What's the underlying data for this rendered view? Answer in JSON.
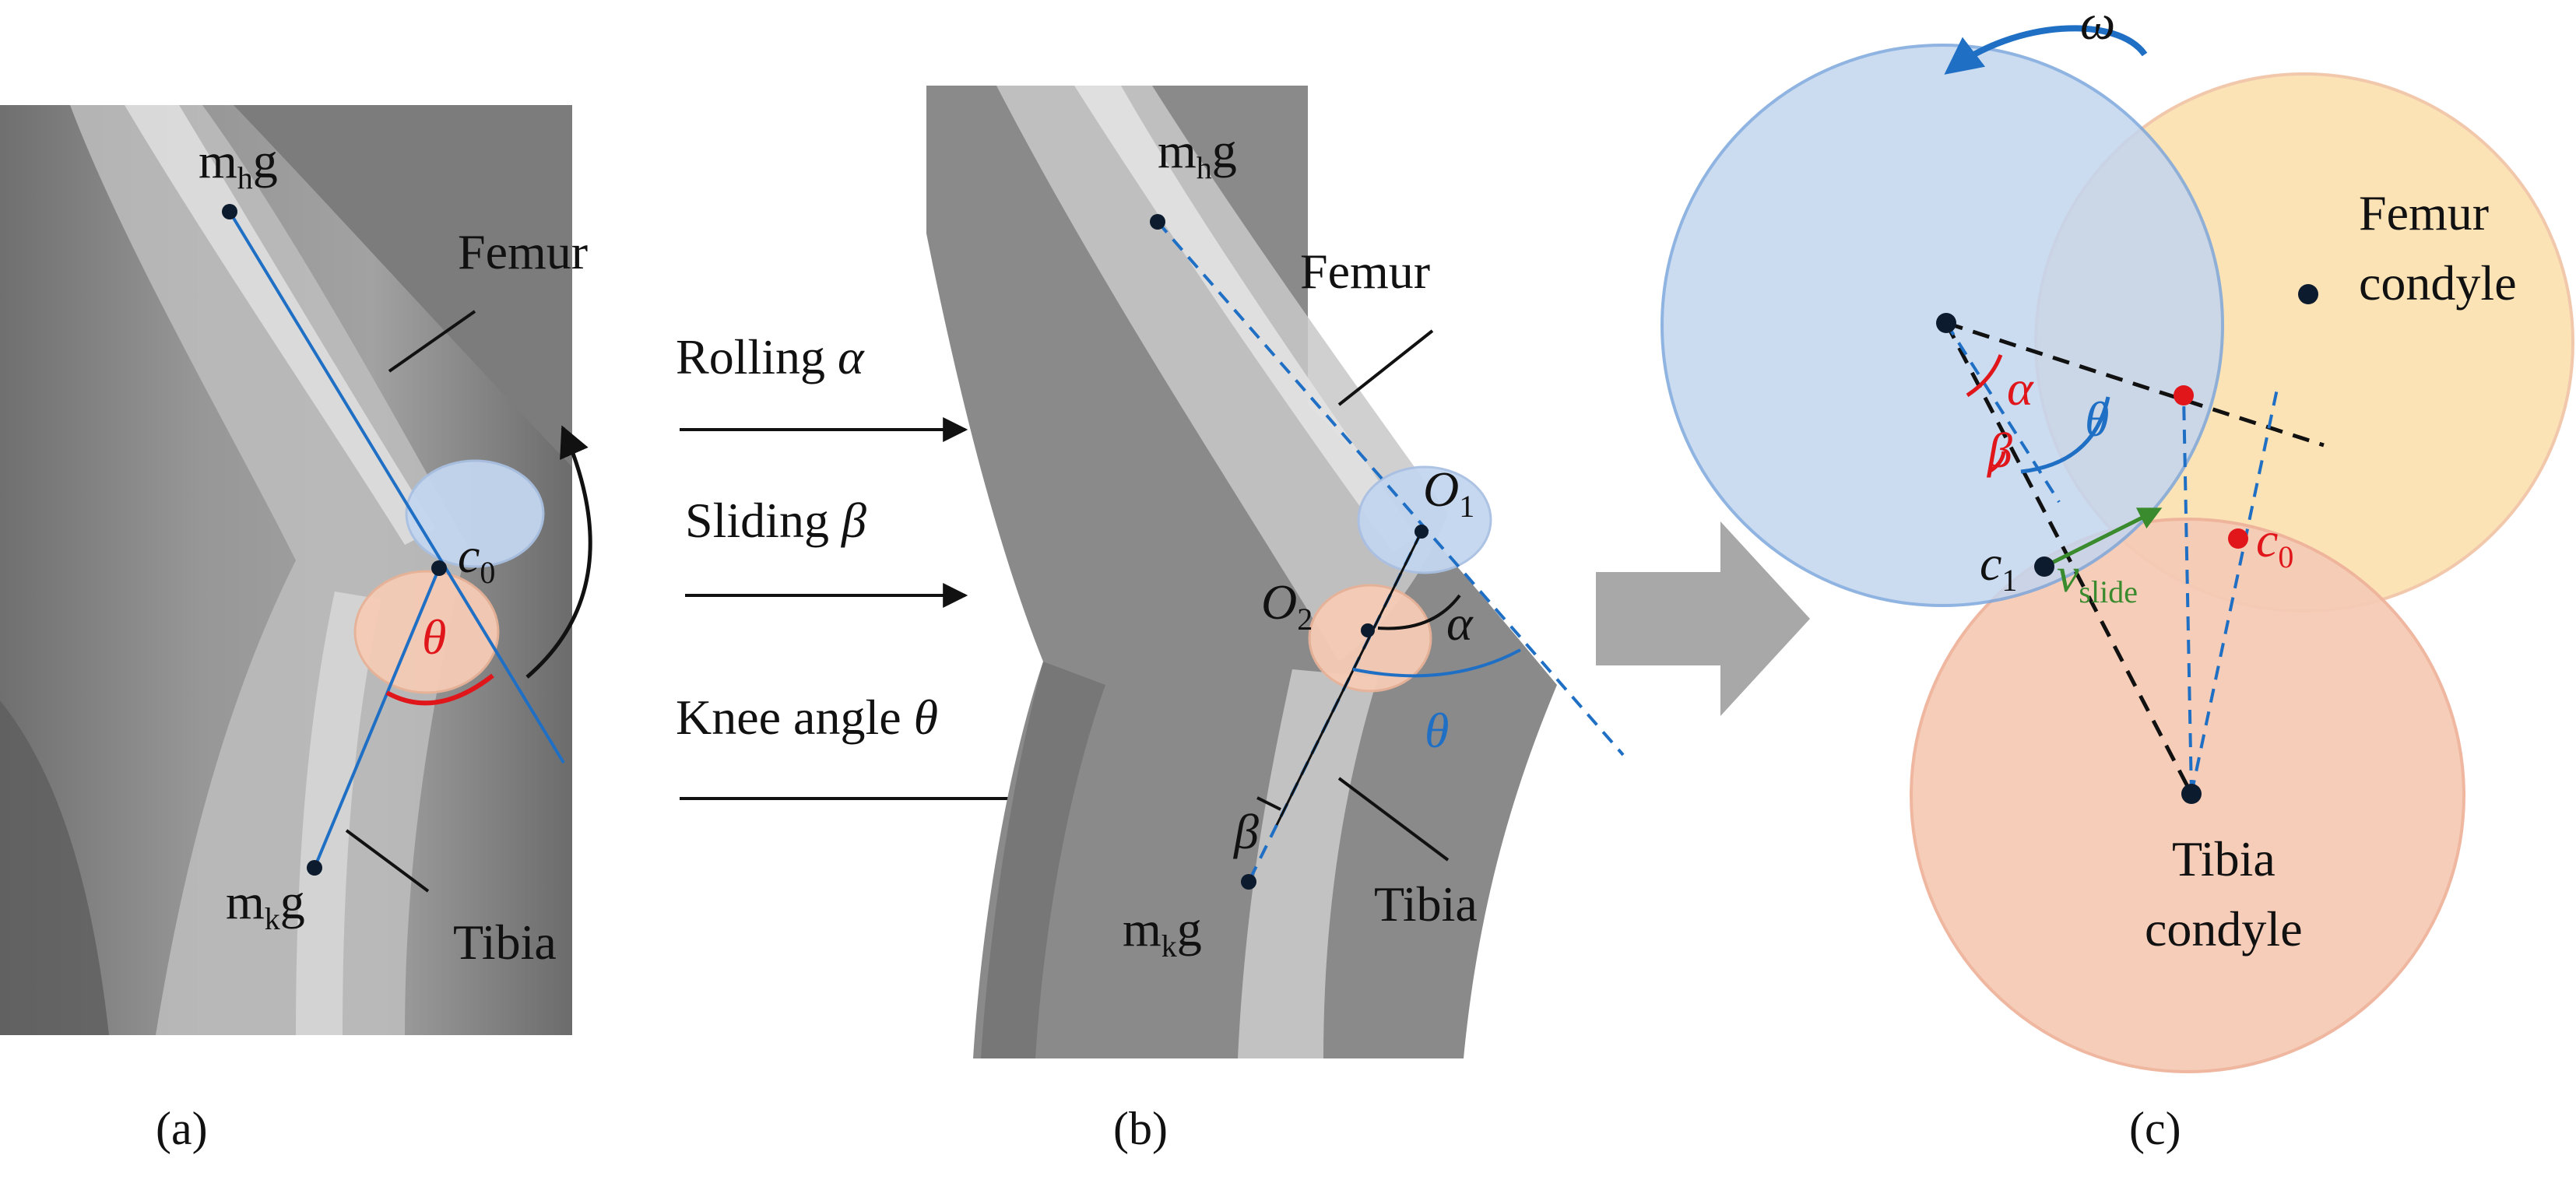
{
  "colors": {
    "blue": "#1f6fc5",
    "red": "#e0161b",
    "green": "#3a8a2e",
    "black": "#111111",
    "femur_fill": "#c3d6ef",
    "tibia_fill": "#f5cbb5",
    "femur_condyle_fill": "#fbe2b3",
    "arrow_grey": "#a8a8a8"
  },
  "panel_a": {
    "caption": "(a)",
    "mass_top": "m",
    "mass_top_sub": "h",
    "mass_top_tail": "g",
    "mass_bottom": "m",
    "mass_bottom_sub": "k",
    "mass_bottom_tail": "g",
    "femur_label": "Femur",
    "tibia_label": "Tibia",
    "contact_label": "c",
    "contact_sub": "0",
    "angle_label": "θ"
  },
  "panel_b": {
    "caption": "(b)",
    "mass_top": "m",
    "mass_top_sub": "h",
    "mass_top_tail": "g",
    "mass_bottom": "m",
    "mass_bottom_sub": "k",
    "mass_bottom_tail": "g",
    "femur_label": "Femur",
    "tibia_label": "Tibia",
    "o1_label": "O",
    "o1_sub": "1",
    "o2_label": "O",
    "o2_sub": "2",
    "alpha": "α",
    "beta": "β",
    "theta": "θ"
  },
  "legend": {
    "rolling": "Rolling",
    "rolling_symbol": "α",
    "sliding": "Sliding",
    "sliding_symbol": "β",
    "knee": "Knee angle",
    "knee_symbol": "θ"
  },
  "panel_c": {
    "caption": "(c)",
    "omega": "ω",
    "femur_condyle_line1": "Femur",
    "femur_condyle_line2": "condyle",
    "tibia_condyle_line1": "Tibia",
    "tibia_condyle_line2": "condyle",
    "alpha": "α",
    "beta": "β",
    "theta": "θ",
    "c1_label": "c",
    "c1_sub": "1",
    "c0_label": "c",
    "c0_sub": "0",
    "v_label": "v",
    "v_sub": "slide"
  }
}
